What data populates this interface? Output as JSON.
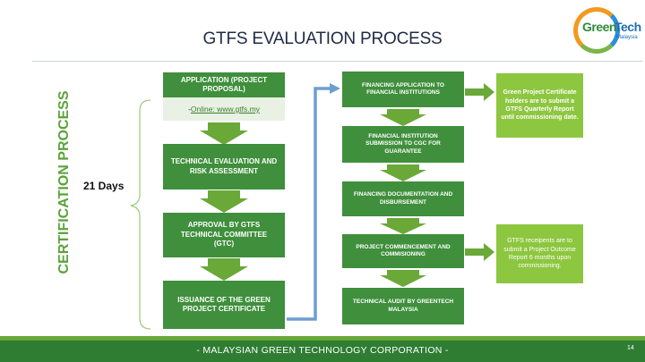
{
  "title": "GTFS EVALUATION PROCESS",
  "logo": {
    "green": "Green",
    "tech": "Tech",
    "sub": "Malaysia"
  },
  "side_label": "CERTIFICATION  PROCESS",
  "duration_label": "21 Days",
  "left_flow": {
    "application_title": "APPLICATION (PROJECT PROPOSAL)",
    "application_dash": "- ",
    "application_link": "Online: www.gtfs.my",
    "step2": "TECHNICAL EVALUATION AND RISK ASSESSMENT",
    "step3": "APPROVAL BY GTFS TECHNICAL COMMITTEE (GTC)",
    "step4": "ISSUANCE OF THE GREEN PROJECT  CERTIFICATE"
  },
  "right_flow": {
    "step1": "FINANCING APPLICATION TO FINANCIAL INSTITUTIONS",
    "step2": "FINANCIAL INSTITUTION SUBMISSION TO CGC FOR GUARANTEE",
    "step3": "FINANCING DOCUMENTATION AND DISBURSEMENT",
    "step4": "PROJECT COMMENCEMENT AND COMMISIONING",
    "step5": "TECHNICAL AUDIT BY GREENTECH MALAYSIA"
  },
  "notes": {
    "quarterly": "Green Project Certificate holders are to submit a GTFS Quarterly Report until commissioning date.",
    "outcome": "GTFS receipents are to submit a Project Outcome Report 6 months upon commissioning."
  },
  "footer": {
    "text": "- MALAYSIAN GREEN TECHNOLOGY CORPORATION -",
    "page": "14"
  },
  "colors": {
    "box_green": "#3f8f3c",
    "note_green": "#8dc63f",
    "arrow_green": "#6aa838",
    "connector_blue": "#6e9ecf",
    "footer_green": "#2e7d32"
  }
}
